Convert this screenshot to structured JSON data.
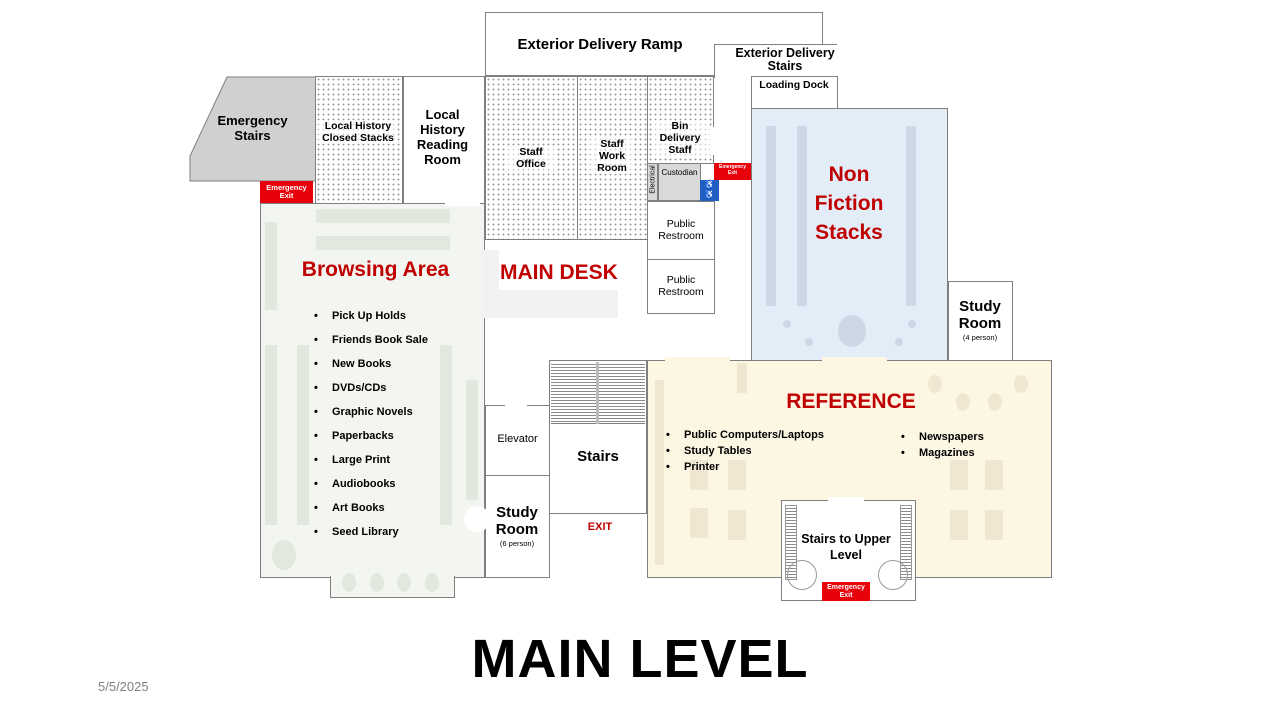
{
  "map": {
    "rooms": {
      "exterior_delivery_ramp": "Exterior Delivery Ramp",
      "exterior_delivery_stairs": "Exterior Delivery Stairs",
      "loading_dock": "Loading Dock",
      "emergency_stairs": "Emergency Stairs",
      "local_history_closed_stacks": "Local History Closed Stacks",
      "local_history_reading_room": "Local History Reading Room",
      "staff_office": "Staff Office",
      "staff_work_room": "Staff Work Room",
      "bin_delivery_staff": "Bin Delivery Staff",
      "custodian": "Custodian",
      "electrical": "Electrical",
      "public_restroom_1": "Public Restroom",
      "public_restroom_2": "Public Restroom",
      "elevator": "Elevator",
      "stairs": "Stairs",
      "study_room_6": "Study Room",
      "study_room_6_capacity": "(6 person)",
      "study_room_4": "Study Room",
      "study_room_4_capacity": "(4 person)",
      "stairs_upper": "Stairs to Upper Level"
    },
    "areas": {
      "browsing_area": "Browsing Area",
      "main_desk": "MAIN DESK",
      "non_fiction": "Non Fiction Stacks",
      "reference": "REFERENCE"
    },
    "browsing_items": [
      "Pick Up Holds",
      "Friends Book Sale",
      "New Books",
      "DVDs/CDs",
      "Graphic Novels",
      "Paperbacks",
      "Large Print",
      "Audiobooks",
      "Art Books",
      "Seed Library"
    ],
    "reference_items_left": [
      "Public Computers/Laptops",
      "Study Tables",
      "Printer"
    ],
    "reference_items_right": [
      "Newspapers",
      "Magazines"
    ],
    "exits": {
      "emergency_exit": "Emergency Exit",
      "exit": "EXIT"
    },
    "icons": {
      "restroom_sign": "restroom-icon"
    },
    "colors": {
      "exit_red": "#e8000b",
      "title_red": "#c00000",
      "browsing_fill": "#f3f6f0",
      "non_fiction_fill": "#e3edf7",
      "reference_fill": "#fcf6e3"
    }
  },
  "title": "MAIN LEVEL",
  "date": "5/5/2025"
}
